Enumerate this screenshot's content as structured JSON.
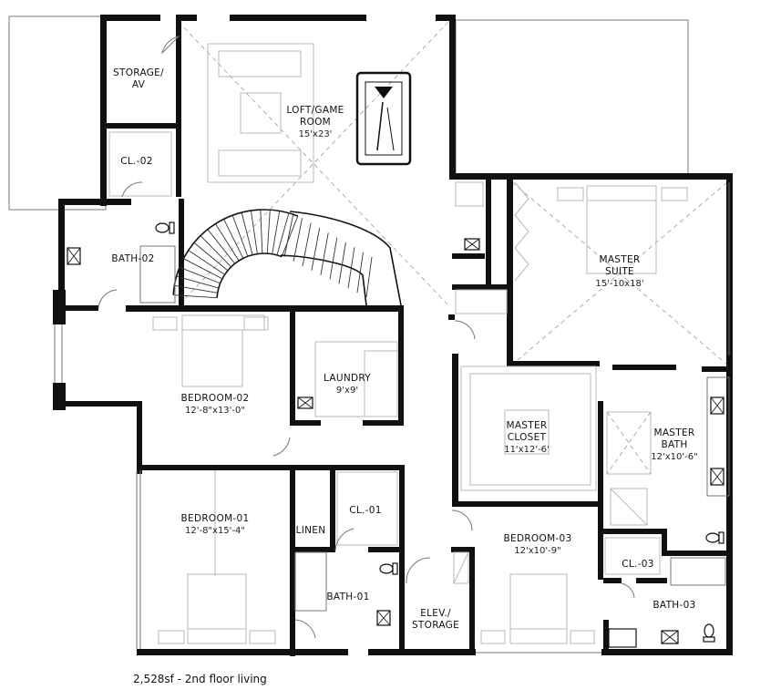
{
  "rooms": {
    "storage_av": {
      "line1": "STORAGE/",
      "line2": "AV"
    },
    "loft": {
      "line1": "LOFT/GAME",
      "line2": "ROOM",
      "dim": "15'x23'"
    },
    "cl_02": {
      "label": "CL.-02"
    },
    "bath_02": {
      "label": "BATH-02"
    },
    "master_suite": {
      "line1": "MASTER",
      "line2": "SUITE",
      "dim": "15'-10x18'"
    },
    "bedroom_02": {
      "label": "BEDROOM-02",
      "dim": "12'-8\"x13'-0\""
    },
    "laundry": {
      "label": "LAUNDRY",
      "dim": "9'x9'"
    },
    "master_closet": {
      "line1": "MASTER",
      "line2": "CLOSET",
      "dim": "11'x12'-6'"
    },
    "master_bath": {
      "line1": "MASTER",
      "line2": "BATH",
      "dim": "12'x10'-6\""
    },
    "bedroom_01": {
      "label": "BEDROOM-01",
      "dim": "12'-8\"x15'-4\""
    },
    "cl_01": {
      "label": "CL.-01"
    },
    "linen": {
      "label": "LINEN"
    },
    "bath_01": {
      "label": "BATH-01"
    },
    "elev_storage": {
      "line1": "ELEV./",
      "line2": "STORAGE"
    },
    "bedroom_03": {
      "label": "BEDROOM-03",
      "dim": "12'x10'-9\""
    },
    "cl_03": {
      "label": "CL.-03"
    },
    "bath_03": {
      "label": "BATH-03"
    }
  },
  "caption": "2,528sf - 2nd floor living",
  "icons": [
    "stair-icon",
    "pool-table-icon",
    "sofa-icon",
    "bed-icon",
    "toilet-icon",
    "tub-icon",
    "sink-icon",
    "door-swing-icon",
    "window-icon"
  ],
  "colors": {
    "wall": "#111111",
    "line": "#777777",
    "faint": "#b8b8b8",
    "background": "#ffffff"
  }
}
